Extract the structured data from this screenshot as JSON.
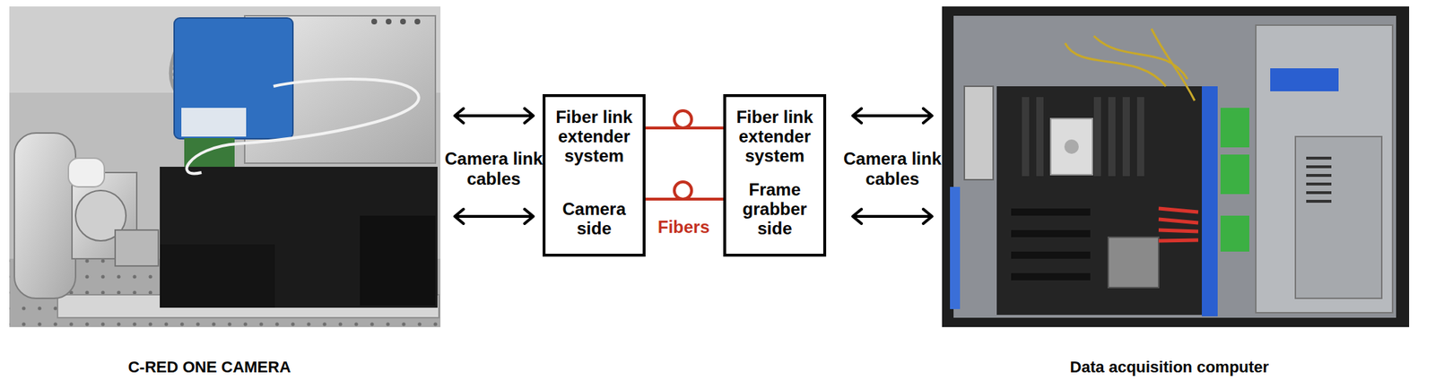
{
  "diagram": {
    "nodes": [
      {
        "text": [
          "C-RED ONE CAMERA"
        ]
      },
      {
        "text": [
          "Fiber link extender system",
          "Camera side"
        ]
      },
      {
        "text": [
          "Fiber link extender system",
          "Frame grabber side"
        ]
      },
      {
        "text": [
          "Data acquisition computer"
        ]
      }
    ],
    "edges": [
      {
        "from": 0,
        "to": 1,
        "arrow": "both"
      },
      {
        "from": 0,
        "to": 1,
        "arrow": "both"
      },
      {
        "from": 1,
        "to": 2,
        "arrow": "none"
      },
      {
        "from": 1,
        "to": 2,
        "arrow": "none"
      },
      {
        "from": 2,
        "to": 3,
        "arrow": "both"
      },
      {
        "from": 2,
        "to": 3,
        "arrow": "both"
      }
    ],
    "labels": [
      "Camera link cables",
      "Fibers",
      "Camera link cables"
    ]
  }
}
